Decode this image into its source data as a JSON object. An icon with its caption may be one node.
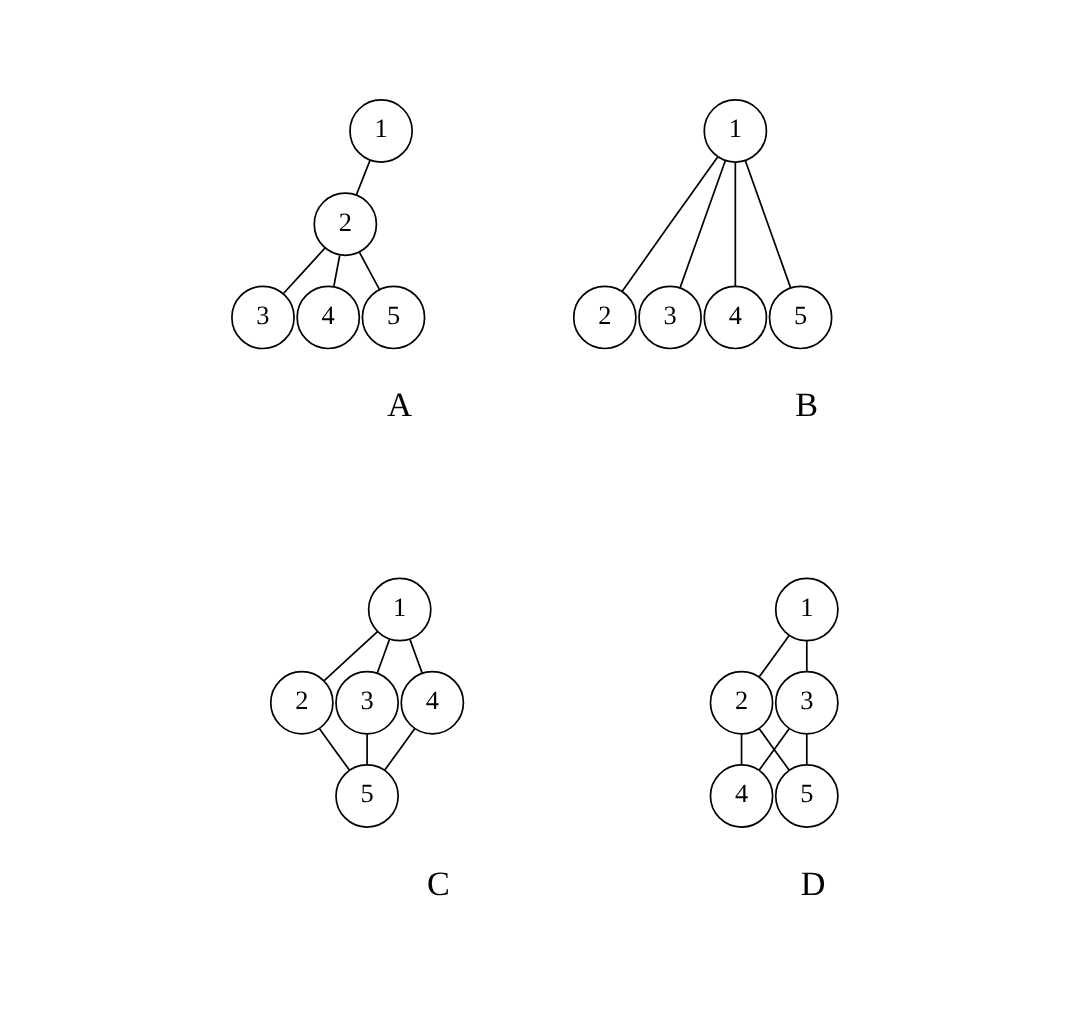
{
  "diagram": {
    "nodes": [
      {
        "text": [
          "1"
        ]
      },
      {
        "text": [
          "2"
        ]
      },
      {
        "text": [
          "3"
        ]
      },
      {
        "text": [
          "4"
        ]
      },
      {
        "text": [
          "5"
        ]
      },
      {
        "text": [
          "1"
        ]
      },
      {
        "text": [
          "2"
        ]
      },
      {
        "text": [
          "3"
        ]
      },
      {
        "text": [
          "4"
        ]
      },
      {
        "text": [
          "5"
        ]
      },
      {
        "text": [
          "1"
        ]
      },
      {
        "text": [
          "2"
        ]
      },
      {
        "text": [
          "3"
        ]
      },
      {
        "text": [
          "4"
        ]
      },
      {
        "text": [
          "5"
        ]
      },
      {
        "text": [
          "1"
        ]
      },
      {
        "text": [
          "2"
        ]
      },
      {
        "text": [
          "3"
        ]
      },
      {
        "text": [
          "4"
        ]
      },
      {
        "text": [
          "5"
        ]
      }
    ],
    "edges": [
      {
        "from": 0,
        "to": 1,
        "arrow": "none"
      },
      {
        "from": 1,
        "to": 2,
        "arrow": "none"
      },
      {
        "from": 1,
        "to": 3,
        "arrow": "none"
      },
      {
        "from": 1,
        "to": 4,
        "arrow": "none"
      },
      {
        "from": 5,
        "to": 6,
        "arrow": "none"
      },
      {
        "from": 5,
        "to": 7,
        "arrow": "none"
      },
      {
        "from": 5,
        "to": 8,
        "arrow": "none"
      },
      {
        "from": 5,
        "to": 9,
        "arrow": "none"
      },
      {
        "from": 10,
        "to": 11,
        "arrow": "none"
      },
      {
        "from": 10,
        "to": 12,
        "arrow": "none"
      },
      {
        "from": 10,
        "to": 13,
        "arrow": "none"
      },
      {
        "from": 11,
        "to": 14,
        "arrow": "none"
      },
      {
        "from": 12,
        "to": 14,
        "arrow": "none"
      },
      {
        "from": 13,
        "to": 14,
        "arrow": "none"
      },
      {
        "from": 15,
        "to": 16,
        "arrow": "none"
      },
      {
        "from": 15,
        "to": 17,
        "arrow": "none"
      },
      {
        "from": 16,
        "to": 18,
        "arrow": "none"
      },
      {
        "from": 16,
        "to": 19,
        "arrow": "none"
      },
      {
        "from": 17,
        "to": 18,
        "arrow": "none"
      },
      {
        "from": 17,
        "to": 19,
        "arrow": "none"
      }
    ],
    "labels": [
      "A",
      "B",
      "C",
      "D"
    ]
  }
}
